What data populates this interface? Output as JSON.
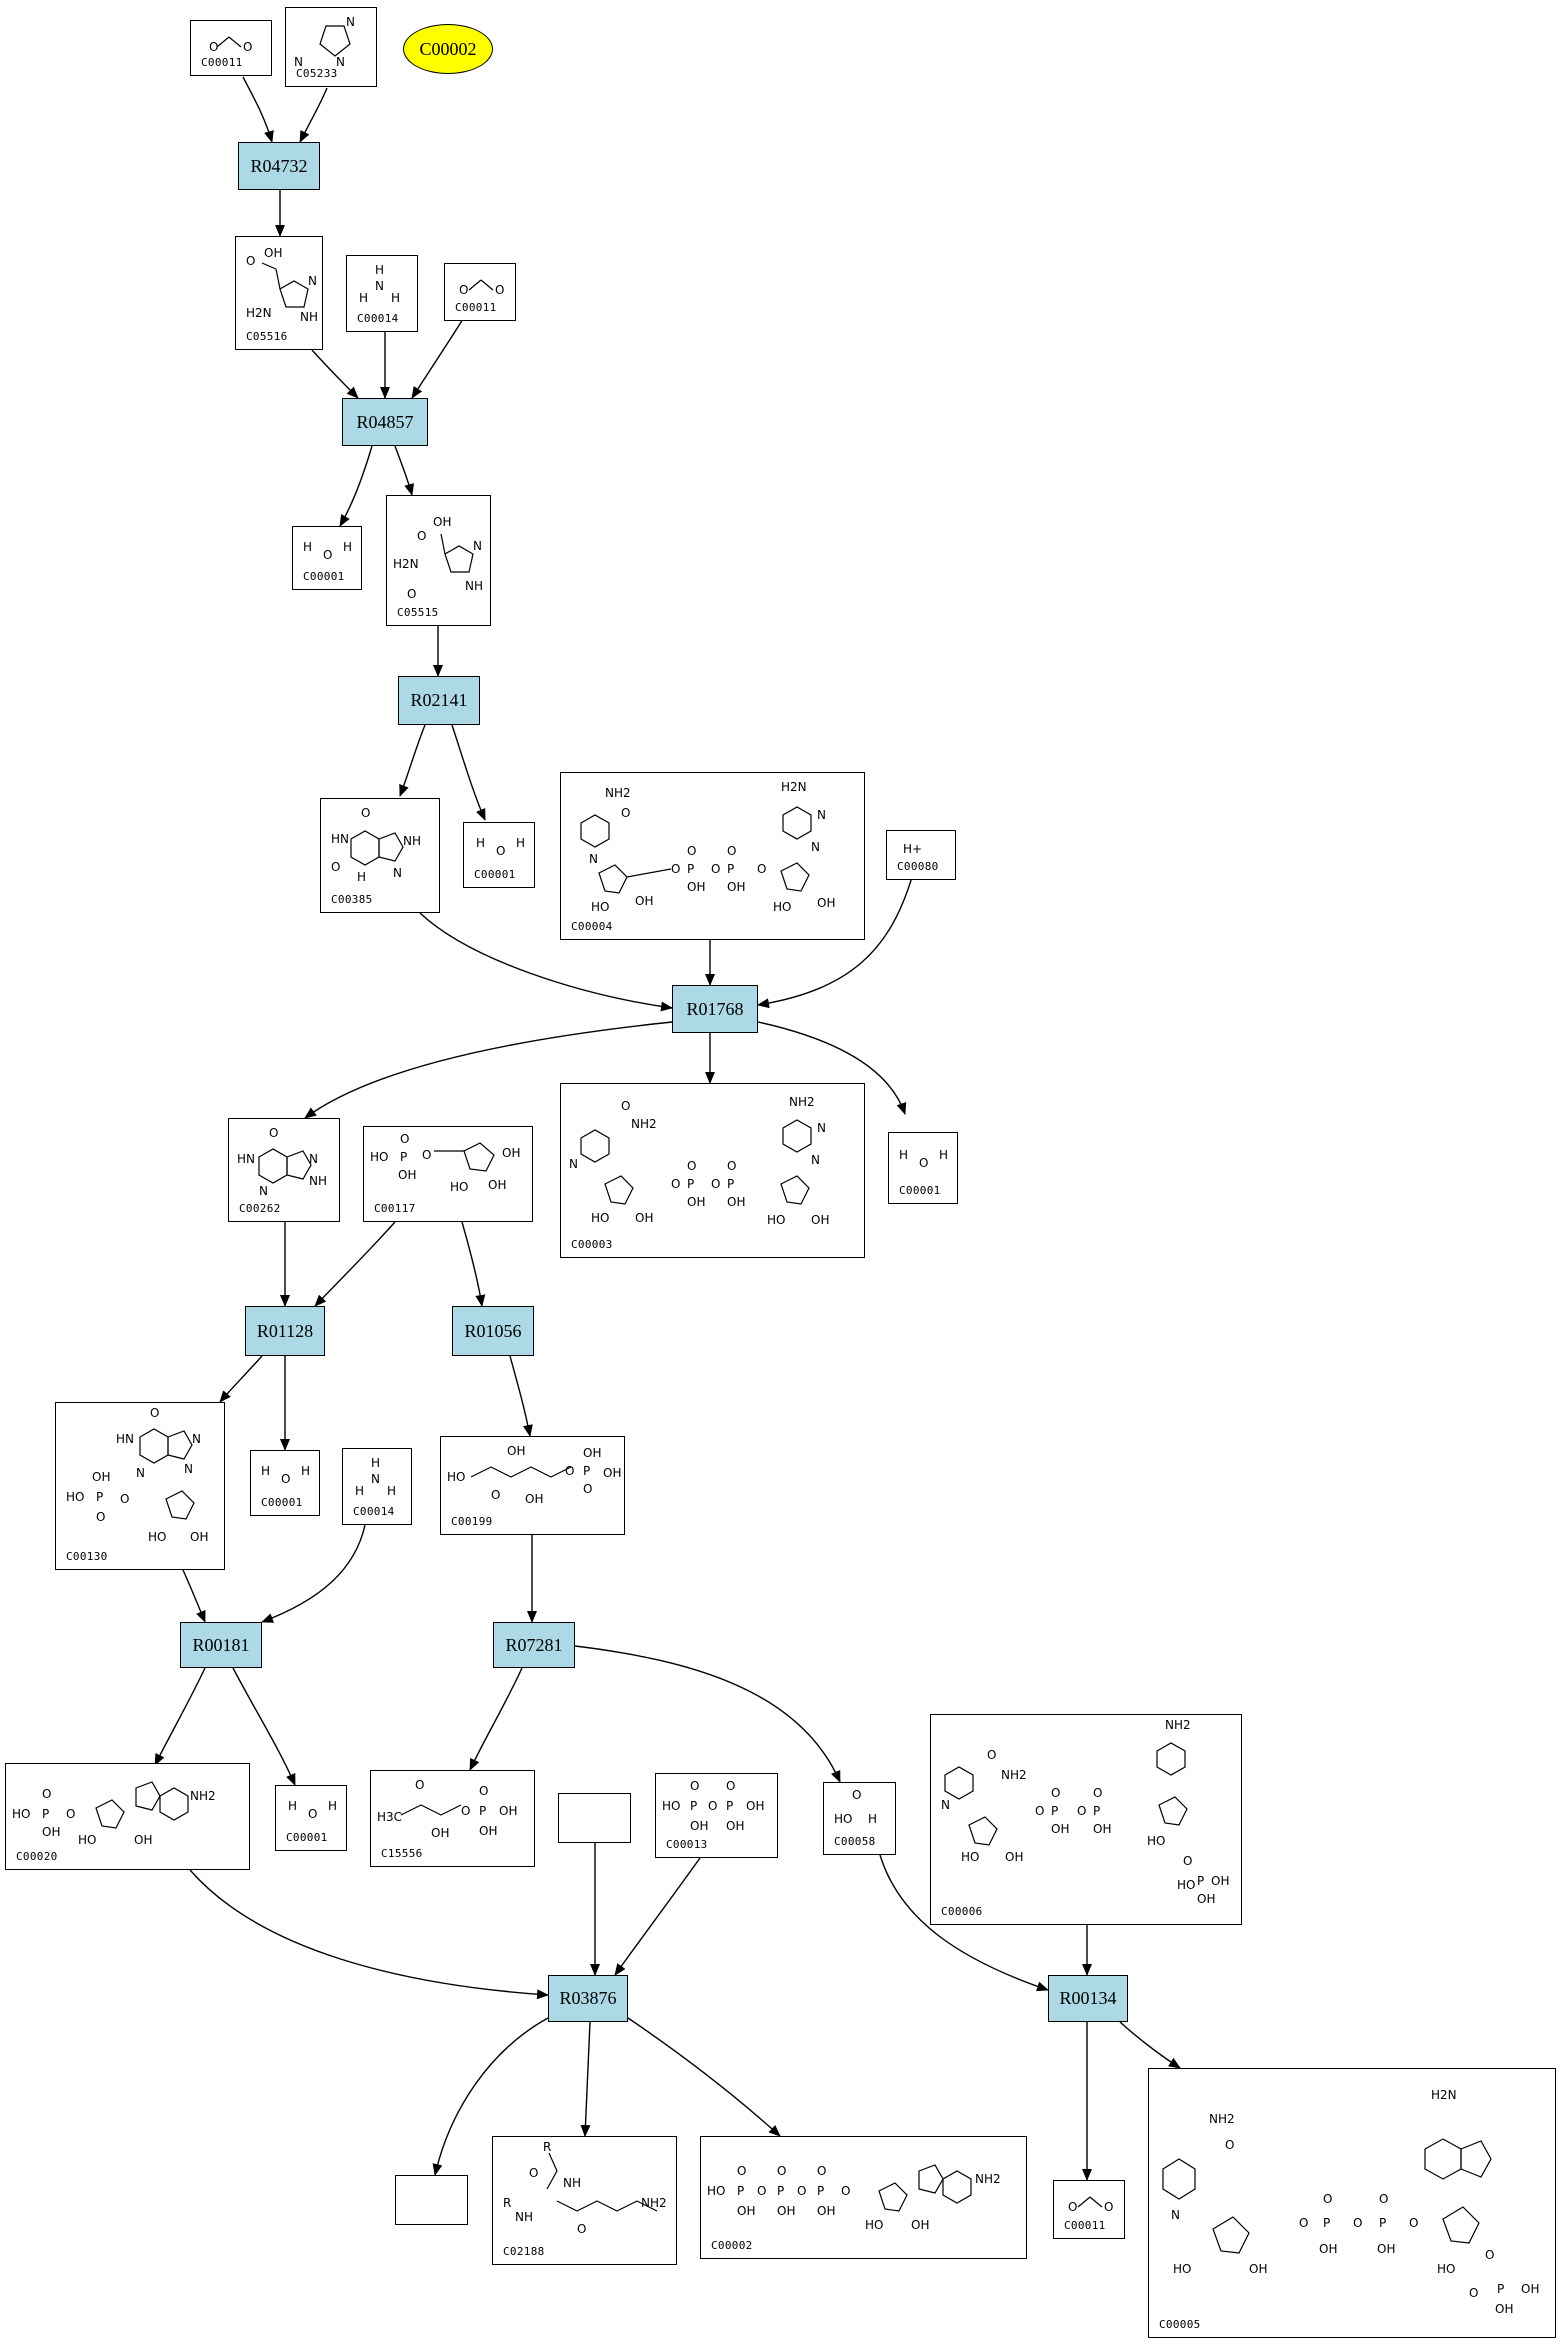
{
  "root_compound": "C00002",
  "reactions": {
    "R04732": "R04732",
    "R04857": "R04857",
    "R02141": "R02141",
    "R01768": "R01768",
    "R01128": "R01128",
    "R01056": "R01056",
    "R00181": "R00181",
    "R07281": "R07281",
    "R03876": "R03876",
    "R00134": "R00134"
  },
  "compounds": {
    "c00011_a": "C00011",
    "c05233": "C05233",
    "c05516": "C05516",
    "c00014_a": "C00014",
    "c00011_b": "C00011",
    "c00001_a": "C00001",
    "c05515": "C05515",
    "c00385": "C00385",
    "c00001_b": "C00001",
    "c00004": "C00004",
    "c00080": "C00080",
    "c00262": "C00262",
    "c00117": "C00117",
    "c00003": "C00003",
    "c00001_c": "C00001",
    "c00130": "C00130",
    "c00001_d": "C00001",
    "c00014_b": "C00014",
    "c00199": "C00199",
    "c00020": "C00020",
    "c00001_e": "C00001",
    "c15556": "C15556",
    "c00013": "C00013",
    "c00058": "C00058",
    "c00006": "C00006",
    "c02188": "C02188",
    "c00002": "C00002",
    "c00011_c": "C00011",
    "c00005": "C00005"
  },
  "atom_labels": {
    "oh": "OH",
    "ho": "HO",
    "nh2": "NH2",
    "h2n": "H2N",
    "nh": "NH",
    "hn": "HN",
    "n": "N",
    "o": "O",
    "h": "H",
    "p": "P",
    "hplus": "H+",
    "r": "R",
    "ch3": "H3C",
    "hoo": "HO-P"
  },
  "colors": {
    "reaction_fill": "#add8e6",
    "root_fill": "#ffff00",
    "edge": "#000000"
  }
}
